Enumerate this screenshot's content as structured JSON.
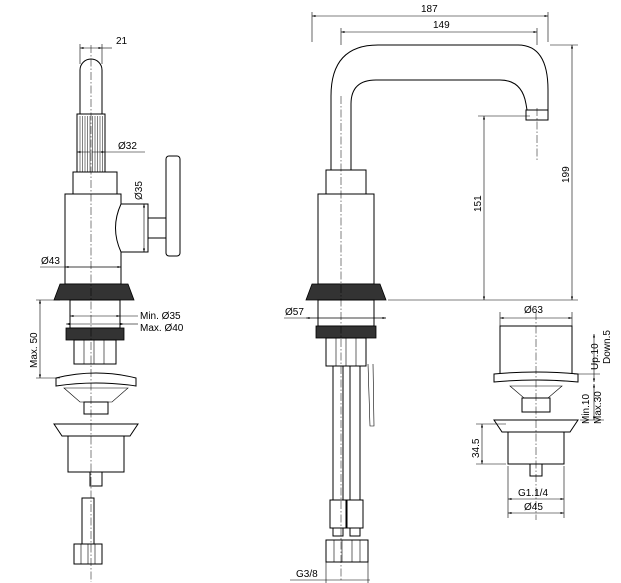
{
  "left_view": {
    "dim_handle_width": "21",
    "dim_knurl_diameter": "Ø32",
    "dim_cap_diameter": "Ø35",
    "dim_body_diameter": "Ø43",
    "dim_hole_min": "Min. Ø35",
    "dim_hole_max": "Max. Ø40",
    "dim_deck_max": "Max. 50"
  },
  "right_view": {
    "dim_total_reach": "187",
    "dim_spout_reach": "149",
    "dim_total_height": "199",
    "dim_spout_height": "151",
    "dim_base_diameter": "Ø57",
    "dim_connection": "G3/8"
  },
  "drain_view": {
    "dim_cap_diameter": "Ø63",
    "dim_stroke_up": "Up.10",
    "dim_stroke_down": "Down.5",
    "dim_gap_min": "Min.10",
    "dim_gap_max": "Max.30",
    "dim_body_height": "34.5",
    "dim_thread": "G1.1/4",
    "dim_outlet_diameter": "Ø45"
  }
}
